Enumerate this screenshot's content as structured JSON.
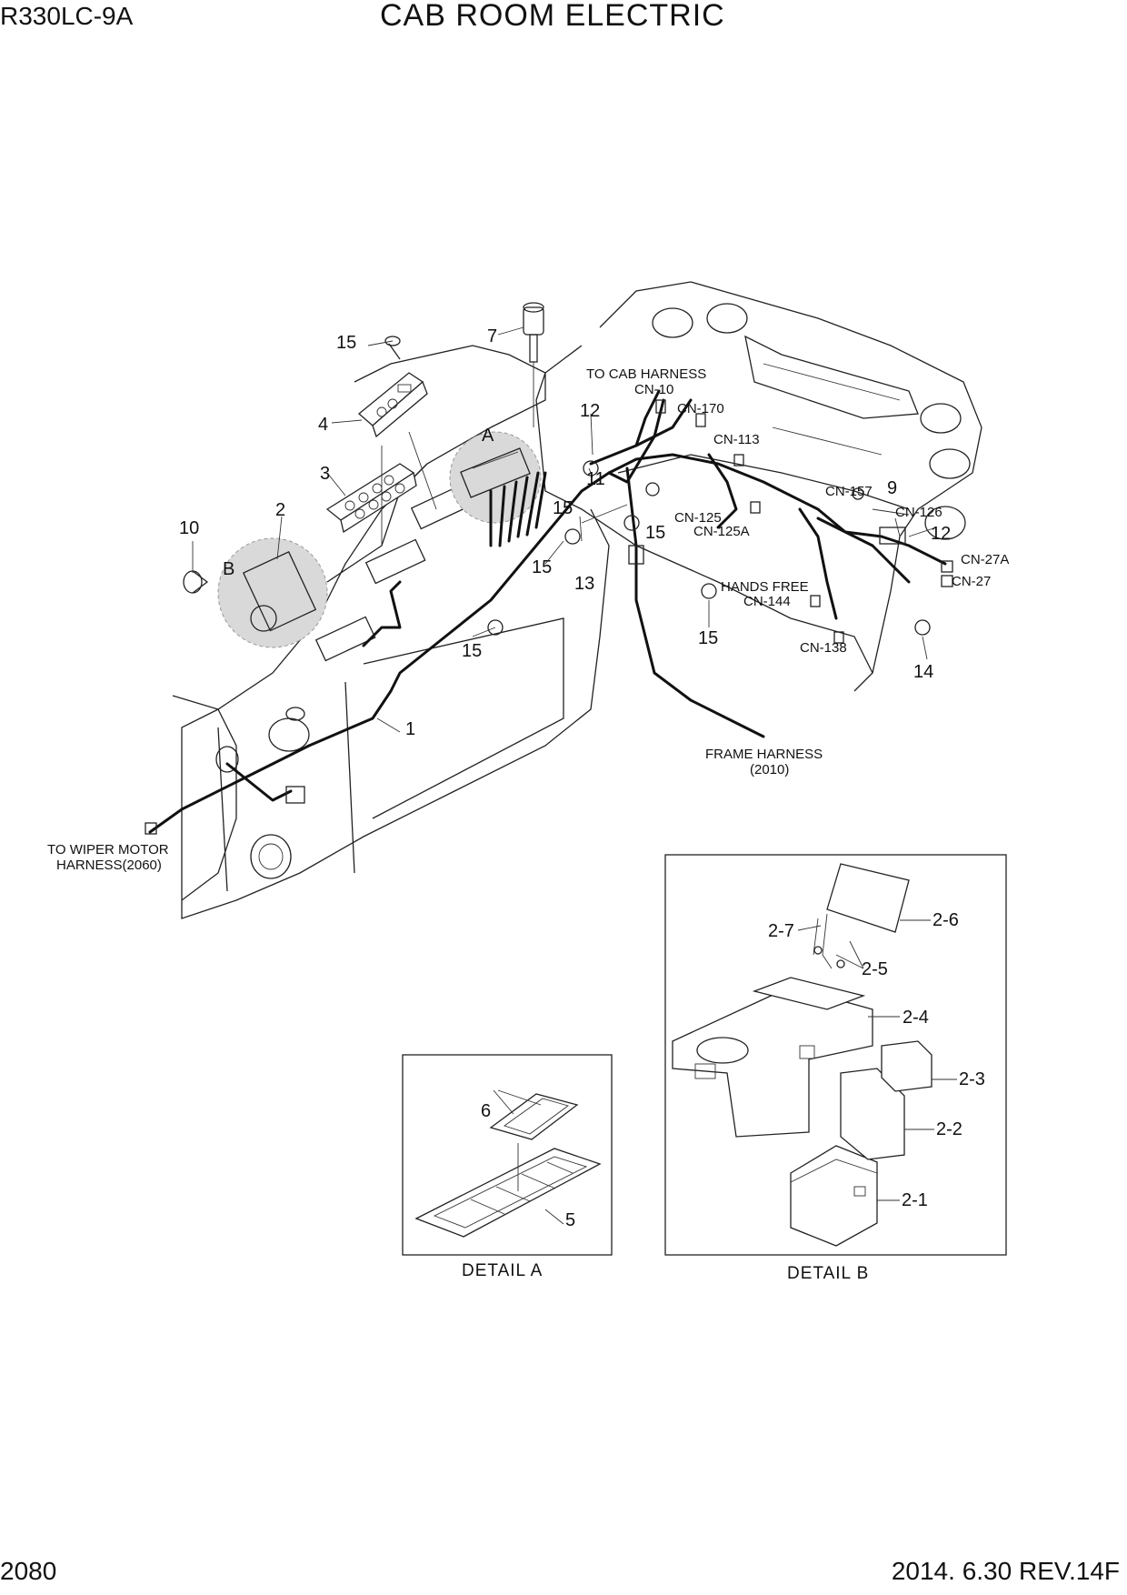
{
  "header": {
    "model": "R330LC-9A",
    "title": "CAB ROOM ELECTRIC"
  },
  "footer": {
    "page_number": "2080",
    "revision": "2014. 6.30  REV.14F"
  },
  "callouts": {
    "c1": "1",
    "c2": "2",
    "c3": "3",
    "c4": "4",
    "c5": "5",
    "c6": "6",
    "c7": "7",
    "c9": "9",
    "c10": "10",
    "c11": "11",
    "c12a": "12",
    "c12b": "12",
    "c13": "13",
    "c14": "14",
    "c15a": "15",
    "c15b": "15",
    "c15c": "15",
    "c15d": "15",
    "c15e": "15",
    "c15f": "15",
    "cA": "A",
    "cB": "B",
    "d21": "2-1",
    "d22": "2-2",
    "d23": "2-3",
    "d24": "2-4",
    "d25": "2-5",
    "d26": "2-6",
    "d27": "2-7"
  },
  "connectors": {
    "cn10_line1": "TO CAB HARNESS",
    "cn10_line2": "CN-10",
    "cn170": "CN-170",
    "cn113": "CN-113",
    "cn157": "CN-157",
    "cn126": "CN-126",
    "cn125": "CN-125",
    "cn125a": "CN-125A",
    "cn27a": "CN-27A",
    "cn27": "CN-27",
    "cn144_line1": "HANDS FREE",
    "cn144_line2": "CN-144",
    "cn138": "CN-138"
  },
  "notes": {
    "frame_line1": "FRAME HARNESS",
    "frame_line2": "(2010)",
    "wiper_line1": "TO WIPER MOTOR",
    "wiper_line2": "HARNESS(2060)"
  },
  "details": {
    "detail_a": "DETAIL  A",
    "detail_b": "DETAIL B"
  }
}
